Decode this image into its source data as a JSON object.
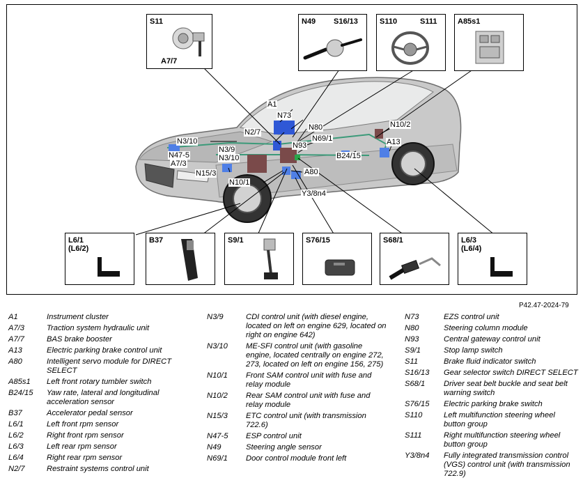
{
  "figure_ref": "P42.47-2024-79",
  "callouts_top": [
    {
      "id": "s11",
      "labels": [
        "S11",
        "A7/7"
      ]
    },
    {
      "id": "n49",
      "labels": [
        "N49",
        "S16/13"
      ]
    },
    {
      "id": "s110",
      "labels": [
        "S110",
        "S111"
      ]
    },
    {
      "id": "a85s1",
      "labels": [
        "A85s1"
      ]
    }
  ],
  "callouts_bottom": [
    {
      "id": "l61",
      "labels": [
        "L6/1\n(L6/2)"
      ]
    },
    {
      "id": "b37",
      "labels": [
        "B37"
      ]
    },
    {
      "id": "s91",
      "labels": [
        "S9/1"
      ]
    },
    {
      "id": "s7615",
      "labels": [
        "S76/15"
      ]
    },
    {
      "id": "s681",
      "labels": [
        "S68/1"
      ]
    },
    {
      "id": "l63",
      "labels": [
        "L6/3\n(L6/4)"
      ]
    }
  ],
  "car_tags": [
    "A1",
    "N73",
    "N2/7",
    "N80",
    "N69/1",
    "N10/2",
    "N3/10",
    "N3/9",
    "N3/10",
    "N93",
    "A13",
    "B24/15",
    "N47-5",
    "A7/3",
    "N15/3",
    "A80",
    "N10/1",
    "Y3/8n4"
  ],
  "legend": {
    "col1": [
      {
        "code": "A1",
        "desc": "Instrument cluster"
      },
      {
        "code": "A7/3",
        "desc": "Traction system hydraulic unit"
      },
      {
        "code": "A7/7",
        "desc": "BAS brake booster"
      },
      {
        "code": "A13",
        "desc": "Electric parking brake control unit"
      },
      {
        "code": "A80",
        "desc": "Intelligent servo module for DIRECT SELECT"
      },
      {
        "code": "A85s1",
        "desc": "Left front rotary tumbler switch"
      },
      {
        "code": "B24/15",
        "desc": "Yaw rate, lateral and longitudinal acceleration sensor"
      },
      {
        "code": "B37",
        "desc": "Accelerator pedal sensor"
      },
      {
        "code": "L6/1",
        "desc": "Left front rpm sensor"
      },
      {
        "code": "L6/2",
        "desc": "Right front rpm sensor"
      },
      {
        "code": "L6/3",
        "desc": "Left rear rpm sensor"
      },
      {
        "code": "L6/4",
        "desc": "Right rear rpm sensor"
      },
      {
        "code": "N2/7",
        "desc": "Restraint systems control unit"
      }
    ],
    "col2": [
      {
        "code": "N3/9",
        "desc": "CDI control unit (with diesel engine, located on left on engine 629, located on right on engine 642)"
      },
      {
        "code": "N3/10",
        "desc": "ME-SFI control unit (with gasoline engine, located centrally on engine 272, 273, located on left on engine 156, 275)"
      },
      {
        "code": "N10/1",
        "desc": "Front SAM control unit with fuse and relay module"
      },
      {
        "code": "N10/2",
        "desc": "Rear SAM control unit with fuse and relay module"
      },
      {
        "code": "N15/3",
        "desc": "ETC control unit (with transmission 722.6)"
      },
      {
        "code": "N47-5",
        "desc": "ESP control unit"
      },
      {
        "code": "N49",
        "desc": "Steering angle sensor"
      },
      {
        "code": "N69/1",
        "desc": "Door control module front left"
      }
    ],
    "col3": [
      {
        "code": "N73",
        "desc": "EZS control unit"
      },
      {
        "code": "N80",
        "desc": "Steering column module"
      },
      {
        "code": "N93",
        "desc": "Central gateway control unit"
      },
      {
        "code": "S9/1",
        "desc": "Stop lamp switch"
      },
      {
        "code": "S11",
        "desc": "Brake fluid indicator switch"
      },
      {
        "code": "S16/13",
        "desc": "Gear selector switch DIRECT SELECT"
      },
      {
        "code": "S68/1",
        "desc": "Driver seat belt buckle and seat belt warning switch"
      },
      {
        "code": "S76/15",
        "desc": "Electric parking brake switch"
      },
      {
        "code": "S110",
        "desc": "Left multifunction steering wheel button group"
      },
      {
        "code": "S111",
        "desc": "Right multifunction steering wheel button group"
      },
      {
        "code": "Y3/8n4",
        "desc": "Fully integrated transmission control (VGS) control unit (with transmission 722.9)"
      }
    ]
  }
}
